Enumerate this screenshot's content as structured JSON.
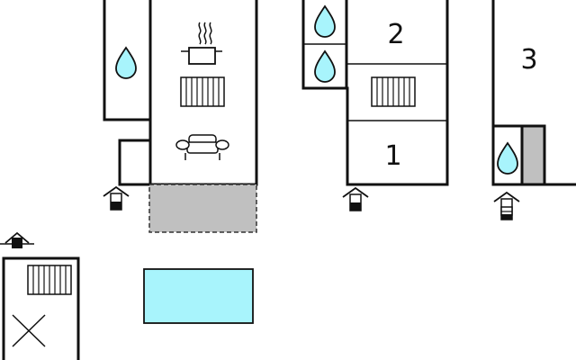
{
  "plan": {
    "room_numbers": [
      "2",
      "1",
      "3"
    ],
    "colors": {
      "wall": "#111111",
      "pool": "#a8f4fc",
      "terrace": "#c0c0c0",
      "water": "#a8f4fc",
      "background": "#ffffff"
    },
    "icons": [
      "water-drop-icon",
      "cooking-pot-icon",
      "radiator-icon",
      "sofa-icon",
      "entrance-icon",
      "cross-icon"
    ]
  }
}
